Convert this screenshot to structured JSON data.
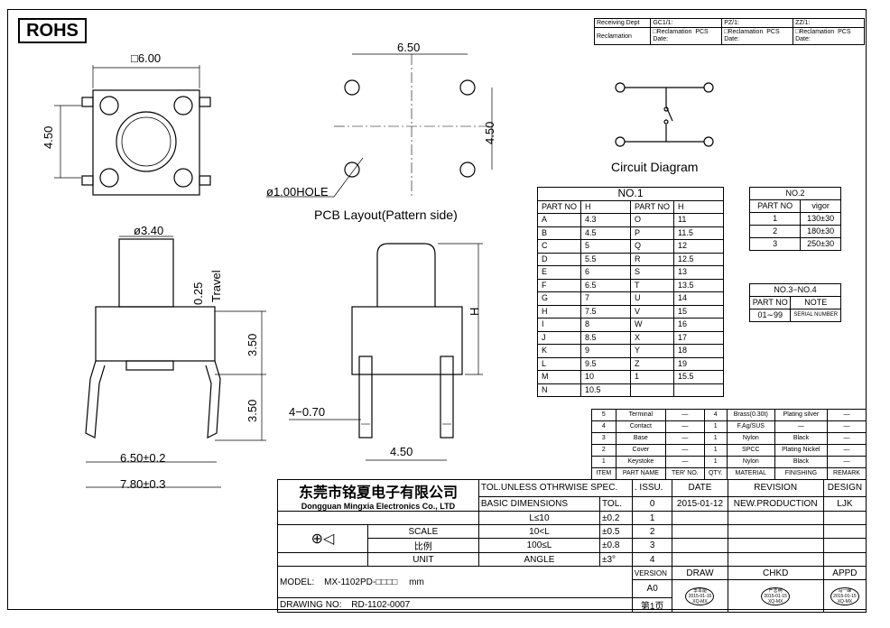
{
  "rohs": "ROHS",
  "receiving": {
    "rows": [
      [
        "Receiving Dept",
        "GC1/1:",
        "PZ/1:",
        "ZZ/1:"
      ],
      [
        "Reclamation",
        "□Reclamation  PCS\nDate:",
        "□Reclamation  PCS\nDate:",
        "□Reclamation  PCS\nDate:"
      ]
    ]
  },
  "dims": {
    "sq6": "□6.00",
    "w450": "4.50",
    "pcb650": "6.50",
    "pcb450": "4.50",
    "hole": "ø1.00HOLE",
    "pcb_caption": "PCB Layout(Pattern side)",
    "d340": "ø3.40",
    "travel_val": "0.25",
    "travel": "Travel",
    "h350a": "3.50",
    "h350b": "3.50",
    "w650": "6.50±0.2",
    "w780": "7.80±0.3",
    "pin": "4−0.70",
    "w450b": "4.50",
    "H": "H"
  },
  "circuit_caption": "Circuit Diagram",
  "no1": {
    "title": "NO.1",
    "headers": [
      "PART NO",
      "H",
      "PART NO",
      "H"
    ],
    "rows": [
      [
        "A",
        "4.3",
        "O",
        "11"
      ],
      [
        "B",
        "4.5",
        "P",
        "11.5"
      ],
      [
        "C",
        "5",
        "Q",
        "12"
      ],
      [
        "D",
        "5.5",
        "R",
        "12.5"
      ],
      [
        "E",
        "6",
        "S",
        "13"
      ],
      [
        "F",
        "6.5",
        "T",
        "13.5"
      ],
      [
        "G",
        "7",
        "U",
        "14"
      ],
      [
        "H",
        "7.5",
        "V",
        "15"
      ],
      [
        "I",
        "8",
        "W",
        "16"
      ],
      [
        "J",
        "8.5",
        "X",
        "17"
      ],
      [
        "K",
        "9",
        "Y",
        "18"
      ],
      [
        "L",
        "9.5",
        "Z",
        "19"
      ],
      [
        "M",
        "10",
        "1",
        "15.5"
      ],
      [
        "N",
        "10.5",
        "",
        ""
      ]
    ]
  },
  "no2": {
    "title": "NO.2",
    "headers": [
      "PART NO",
      "vigor"
    ],
    "rows": [
      [
        "1",
        "130±30"
      ],
      [
        "2",
        "180±30"
      ],
      [
        "3",
        "250±30"
      ]
    ]
  },
  "no34": {
    "title": "NO.3−NO.4",
    "headers": [
      "PART NO",
      "NOTE"
    ],
    "rows": [
      [
        "01∼99",
        "SERIAL NUMBER"
      ]
    ]
  },
  "bom": {
    "rows": [
      [
        "5",
        "Terminal",
        "—",
        "4",
        "Brass(0.30t)",
        "Plating silver",
        "—"
      ],
      [
        "4",
        "Contact",
        "—",
        "1",
        "F.Ag/SUS",
        "—",
        "—"
      ],
      [
        "3",
        "Base",
        "—",
        "1",
        "Nylon",
        "Black",
        "—"
      ],
      [
        "2",
        "Cover",
        "—",
        "1",
        "SPCC",
        "Plating Nickel",
        "—"
      ],
      [
        "1",
        "Keystoke",
        "—",
        "1",
        "Nylon",
        "Black",
        "—"
      ]
    ],
    "headers": [
      "ITEM",
      "PART NAME",
      "TER' NO.",
      "QTY.",
      "MATERIAL",
      "FINISHING",
      "REMARK"
    ]
  },
  "title_block": {
    "company_cn": "东莞市铭夏电子有限公司",
    "company_en": "Dongguan Mingxia Electronics Co., LTD",
    "tol_header": "TOL.UNLESS OTHRWISE SPEC.",
    "basic_dims": "BASIC DIMENSIONS",
    "tol": "TOL.",
    "tol_rows": [
      [
        "L≤10",
        "±0.2"
      ],
      [
        "10<L",
        "±0.5"
      ],
      [
        "100≤L",
        "±0.8"
      ],
      [
        "ANGLE",
        "±3°"
      ]
    ],
    "scale": "SCALE",
    "unit": "UNIT",
    "scale_cn": "比例",
    "unit_val": "mm",
    "issu": ". ISSU.",
    "date": "DATE",
    "revision": "REVISION",
    "design": "DESIGN",
    "issu_val": "0",
    "date_val": "2015-01-12",
    "revision_val": "NEW.PRODUCTION",
    "design_val": "LJK",
    "revs": [
      "1",
      "2",
      "3",
      "4"
    ],
    "version": "VERSION",
    "version_val": "A0",
    "draw": "DRAW",
    "chkd": "CHKD",
    "appd": "APPD",
    "model_label": "MODEL:",
    "model_val": "MX-1102PD-□□□□",
    "drawing_label": "DRAWING NO:",
    "drawing_val": "RD-1102-0007",
    "page": "第1页",
    "stamps": [
      "李本能\n2015-01-15\nXQ-MX",
      "严志明\n2015-01-15\nXQ-MX",
      "冯一峰\n2015-01-15\nXQ-MX"
    ]
  }
}
